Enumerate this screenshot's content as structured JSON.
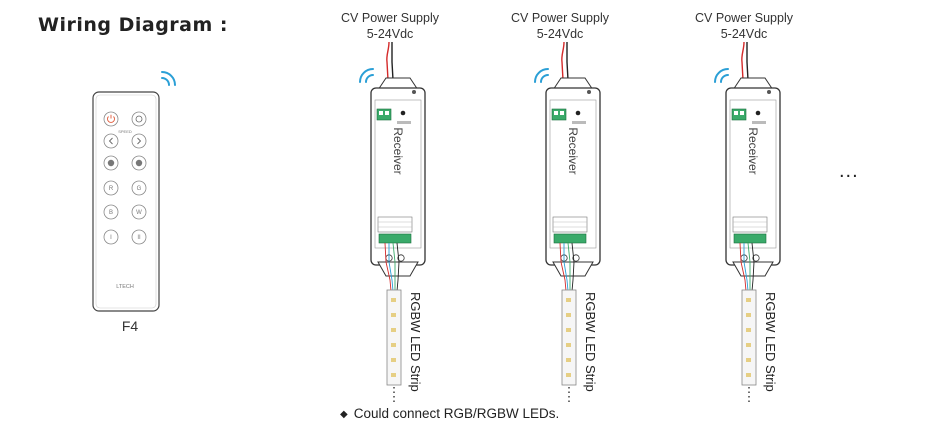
{
  "diagram": {
    "title": "Wiring Diagram :",
    "remote": {
      "label": "F4",
      "brand": "LTECH",
      "buttons": [
        "I",
        "II",
        "R",
        "G",
        "B",
        "W"
      ]
    },
    "units": [
      {
        "psu_line1": "CV Power Supply",
        "psu_line2": "5-24Vdc",
        "receiver": "Receiver",
        "strip": "RGBW LED Strip"
      },
      {
        "psu_line1": "CV Power Supply",
        "psu_line2": "5-24Vdc",
        "receiver": "Receiver",
        "strip": "RGBW LED Strip"
      },
      {
        "psu_line1": "CV Power Supply",
        "psu_line2": "5-24Vdc",
        "receiver": "Receiver",
        "strip": "RGBW LED Strip"
      }
    ],
    "continuation": "...",
    "note": "Could connect RGB/RGBW LEDs.",
    "note_bullet": "◆",
    "colors": {
      "signal": "#2a9fd6",
      "wire_red": "#d42a2a",
      "wire_black": "#222222",
      "body": "#ffffff",
      "outline": "#333333"
    }
  }
}
